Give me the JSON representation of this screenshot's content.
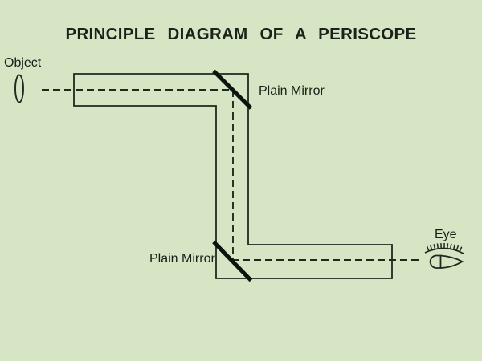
{
  "title": "PRINCIPLE DIAGRAM OF A PERISCOPE",
  "labels": {
    "object": "Object",
    "mirror_top": "Plain Mirror",
    "mirror_bottom": "Plain Mirror",
    "eye": "Eye"
  },
  "icons": {
    "object": "lens-ellipse-icon",
    "mirror_top": "diagonal-mirror-icon",
    "mirror_bottom": "diagonal-mirror-icon",
    "eye": "eye-with-lashes-icon"
  },
  "colors": {
    "background": "#d6e5c4",
    "outline": "#1d2a1d",
    "mirror": "#0d120d",
    "light_ray": "#1d2a1d",
    "text": "#1c221a"
  }
}
